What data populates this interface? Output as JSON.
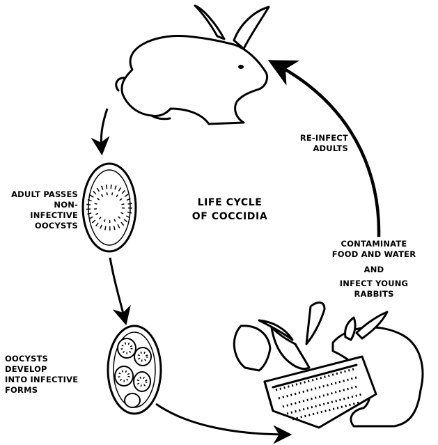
{
  "title": [
    "LIFE CYCLE",
    "OF COCCIDIA"
  ],
  "labels": {
    "reinfect": [
      "RE-INFECT",
      "ADULTS"
    ],
    "adult_passes": [
      "ADULT PASSES",
      "NON-",
      "INFECTIVE",
      "OOCYSTS"
    ],
    "oocysts_develop": [
      "OOCYSTS",
      "DEVELOP",
      "INTO INFECTIVE",
      "FORMS"
    ],
    "contaminate": [
      "CONTAMINATE",
      "FOOD AND WATER",
      "AND",
      "INFECT YOUNG",
      "RABBITS"
    ]
  },
  "colors": {
    "ink": "#000000",
    "paper": "#ffffff"
  }
}
